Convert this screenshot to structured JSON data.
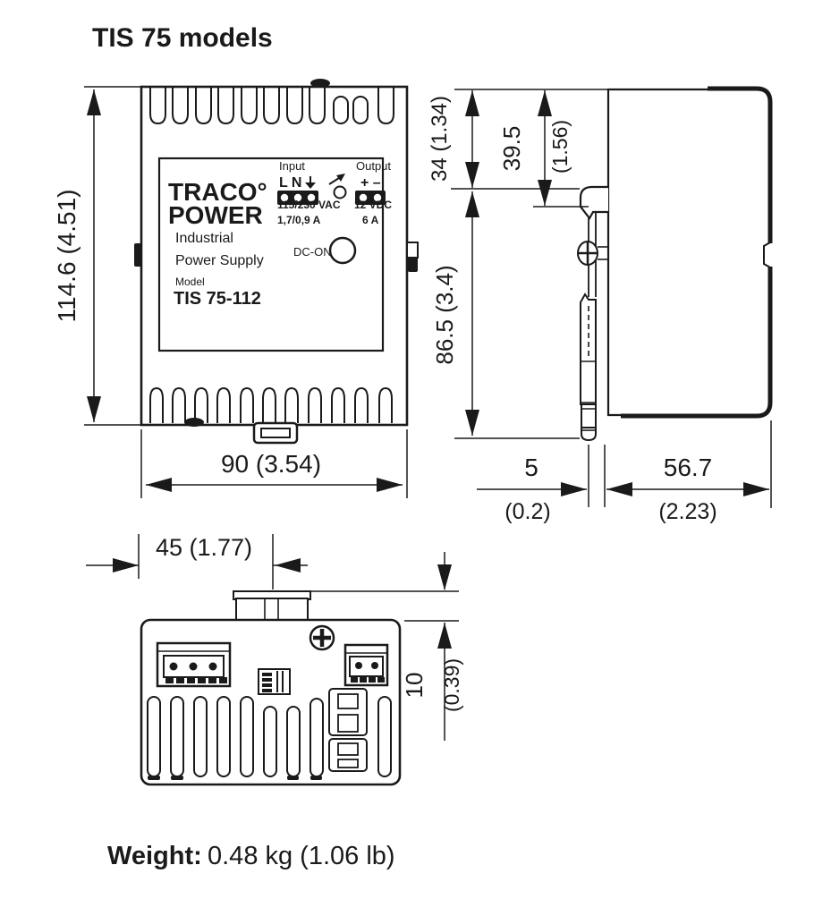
{
  "title": "TIS 75 models",
  "views": {
    "front": {
      "brand_line1": "TRACO°",
      "brand_line2": "POWER",
      "product_line1": "Industrial",
      "product_line2": "Power Supply",
      "model_label": "Model",
      "model_value": "TIS 75-112",
      "input_label": "Input",
      "input_terminals": "L N",
      "input_voltage": "115/230 VAC",
      "input_current": "1,7/0,9 A",
      "output_label": "Output",
      "output_polarity": "+ –",
      "output_voltage": "12 VDC",
      "output_current": "6 A",
      "dc_on_label": "DC-ON",
      "dim_height": "114.6 (4.51)",
      "dim_width": "90 (3.54)"
    },
    "side": {
      "dim_top_offset": "34 (1.34)",
      "dim_rail_offset_mm": "39.5",
      "dim_rail_offset_in": "(1.56)",
      "dim_lower_depth": "86.5 (3.4)",
      "dim_clip_protrusion_mm": "5",
      "dim_clip_protrusion_in": "(0.2)",
      "dim_depth_mm": "56.7",
      "dim_depth_in": "(2.23)"
    },
    "bottom": {
      "dim_clip_offset": "45 (1.77)",
      "dim_clip_height_mm": "10",
      "dim_clip_height_in": "(0.39)"
    }
  },
  "weight_label": "Weight:",
  "weight_value": "0.48 kg (1.06 lb)",
  "colors": {
    "line": "#1a1a1a",
    "background": "#ffffff"
  }
}
